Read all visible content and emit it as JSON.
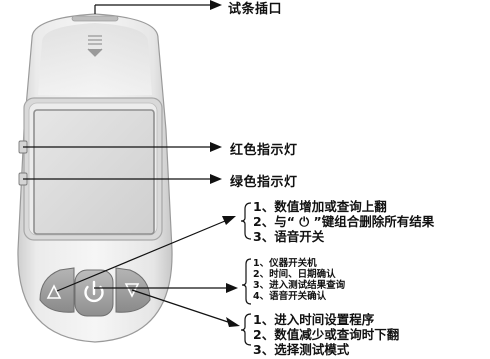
{
  "labels": {
    "strip_port": "试条插口",
    "red_light": "红色指示灯",
    "green_light": "绿色指示灯"
  },
  "up_button_notes": [
    "1、数值增加或查询上翻",
    "2、与“ ⏻ ”键组合删除所有结果",
    "3、语音开关"
  ],
  "power_button_notes": [
    "1、仪器开关机",
    "2、时间、日期确认",
    "3、进入测试结果查询",
    "4、语音开关确认"
  ],
  "down_button_notes": [
    "1、进入时间设置程序",
    "2、数值减少或查询时下翻",
    "3、选择测试模式"
  ],
  "icons": {
    "up_button": "triangle-up-icon",
    "power_button": "power-icon",
    "down_button": "triangle-down-icon",
    "strip_slot": "chevron-down-icon"
  }
}
